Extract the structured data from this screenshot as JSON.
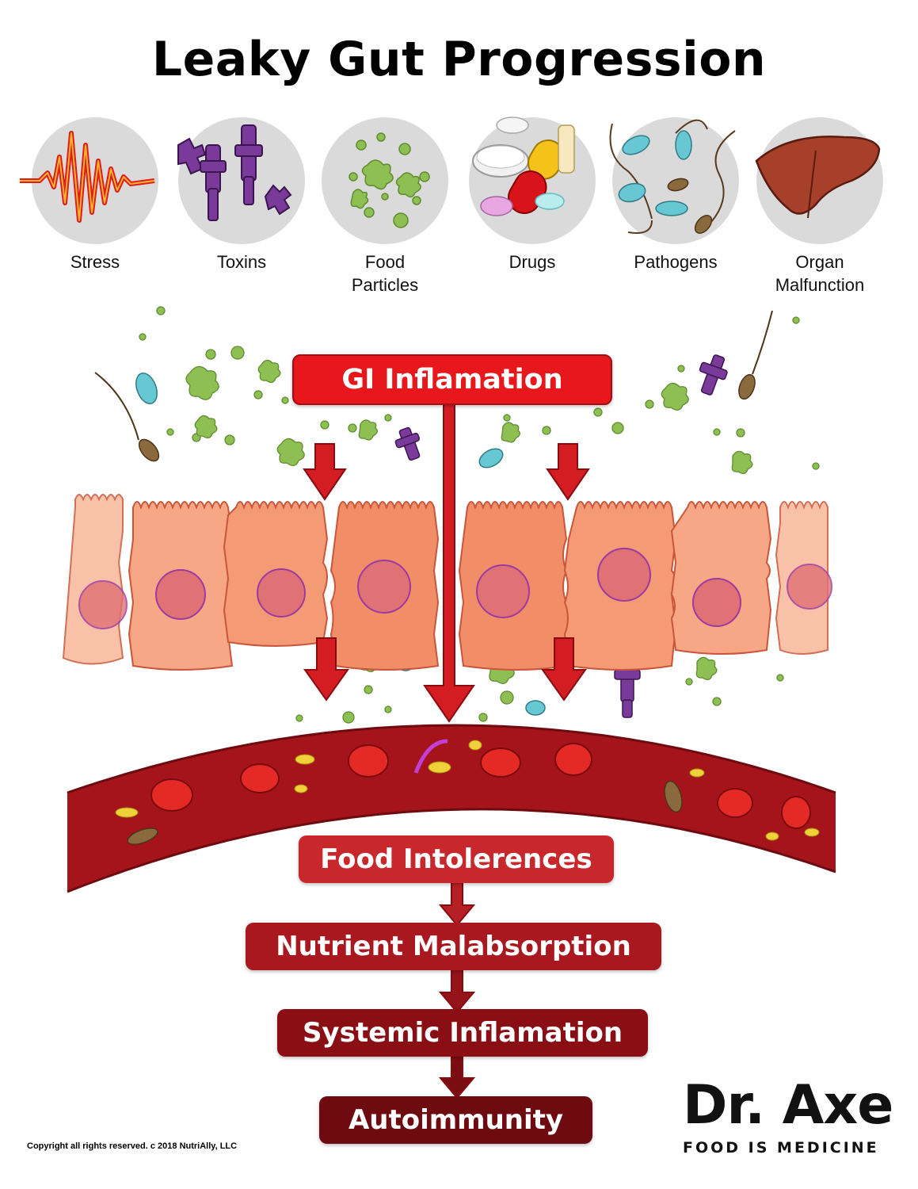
{
  "title": "Leaky Gut Progression",
  "causes": [
    {
      "label": "Stress",
      "icon": "stress-wave-icon"
    },
    {
      "label": "Toxins",
      "icon": "toxin-molecule-icon"
    },
    {
      "label": "Food\nParticles",
      "icon": "food-particles-icon"
    },
    {
      "label": "Drugs",
      "icon": "pills-icon"
    },
    {
      "label": "Pathogens",
      "icon": "pathogens-icon"
    },
    {
      "label": "Organ\nMalfunction",
      "icon": "liver-icon"
    }
  ],
  "gi_label": "GI Inflamation",
  "cascade": [
    "Food Intolerences",
    "Nutrient Malabsorption",
    "Systemic Inflamation",
    "Autoimmunity"
  ],
  "colors": {
    "gi_box": "#e8171b",
    "cascade": [
      "#c8282c",
      "#a8181e",
      "#8a0f14",
      "#6e0b10"
    ],
    "cell": "#f3906d",
    "blood": "#a5141a"
  },
  "copyright": "Copyright all rights reserved. c 2018 NutriAlly, LLC",
  "logo": {
    "brand": "Dr. Axe",
    "tagline": "FOOD IS MEDICINE"
  }
}
